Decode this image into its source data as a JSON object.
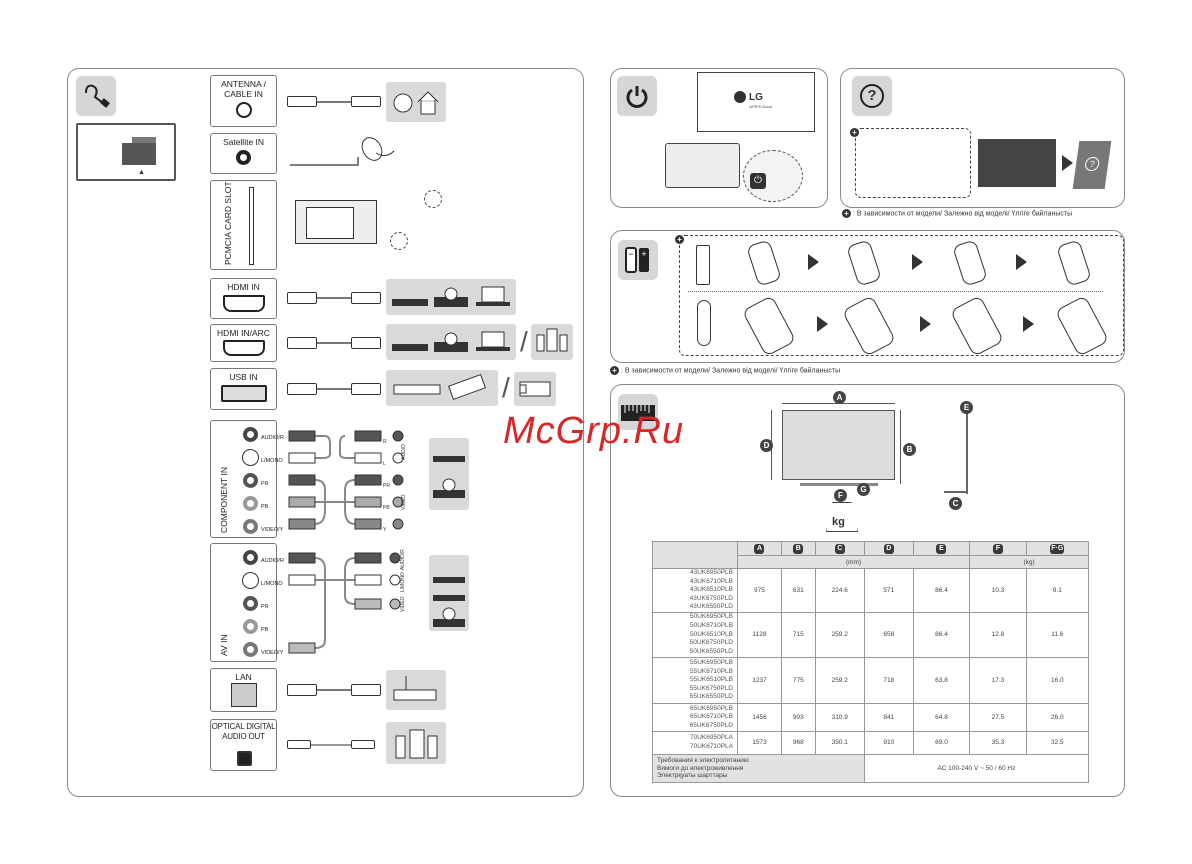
{
  "watermark": "McGrp.Ru",
  "connections": {
    "ports": [
      {
        "label": "ANTENNA /\nCABLE IN"
      },
      {
        "label": "Satellite IN"
      },
      {
        "label": "PCMCIA CARD SLOT"
      },
      {
        "label": "HDMI IN"
      },
      {
        "label": "HDMI IN/ARC"
      },
      {
        "label": "USB IN"
      },
      {
        "label": "COMPONENT IN"
      },
      {
        "label": "AV IN"
      },
      {
        "label": "LAN"
      },
      {
        "label": "OPTICAL DIGITAL\nAUDIO OUT"
      }
    ],
    "jack_labels": [
      "AUDIO/R",
      "L/MONO",
      "PR",
      "PB",
      "VIDEO/Y"
    ],
    "component_right_labels": [
      "R",
      "L",
      "PR",
      "PB",
      "Y"
    ],
    "component_groups": [
      "AUDIO",
      "VIDEO"
    ],
    "av_right_labels": [
      "AUDIO/R",
      "L/MONO",
      "VIDEO"
    ]
  },
  "power_panel": {
    "logo": "LG",
    "logo_sub": "LIFE'S Good"
  },
  "footnote": "В зависимости от модели/ Залежно від моделі/ Үлгіге байланысты",
  "dimensions": {
    "letters": [
      "A",
      "B",
      "C",
      "D",
      "E",
      "F",
      "G"
    ],
    "weight_unit": "kg",
    "table": {
      "headers": [
        "A",
        "B",
        "C",
        "D",
        "E",
        "F",
        "F·G"
      ],
      "unit_mm": "(mm)",
      "unit_kg": "(kg)",
      "rows": [
        {
          "models": [
            "43UK6950PLB",
            "43UK6710PLB",
            "43UK6510PLB",
            "43UK6750PLD",
            "43UK6550PLD"
          ],
          "values": [
            "975",
            "631",
            "224.6",
            "571",
            "86.4",
            "10.3",
            "9.1"
          ]
        },
        {
          "models": [
            "50UK6950PLB",
            "50UK6710PLB",
            "50UK6510PLB",
            "50UK6750PLD",
            "50UK6550PLD"
          ],
          "values": [
            "1128",
            "715",
            "259.2",
            "658",
            "86.4",
            "12.8",
            "11.6"
          ]
        },
        {
          "models": [
            "55UK6950PLB",
            "55UK6710PLB",
            "55UK6510PLB",
            "55UK6750PLD",
            "55UK6550PLD"
          ],
          "values": [
            "1237",
            "775",
            "259.2",
            "718",
            "63.8",
            "17.3",
            "16.0"
          ]
        },
        {
          "models": [
            "65UK6950PLB",
            "65UK6710PLB",
            "65UK6750PLD"
          ],
          "values": [
            "1456",
            "903",
            "310.9",
            "841",
            "64.8",
            "27.5",
            "26.0"
          ]
        },
        {
          "models": [
            "70UK6950PLA",
            "70UK6710PLA"
          ],
          "values": [
            "1573",
            "968",
            "350.1",
            "910",
            "69.0",
            "35.3",
            "32.5"
          ]
        }
      ],
      "power_label": "Требования к электропитанию\nВимоги до електроживлення\nЭлектрқуаты шарттары",
      "power_value": "AC 100-240 V ~ 50 / 60 Hz"
    }
  }
}
